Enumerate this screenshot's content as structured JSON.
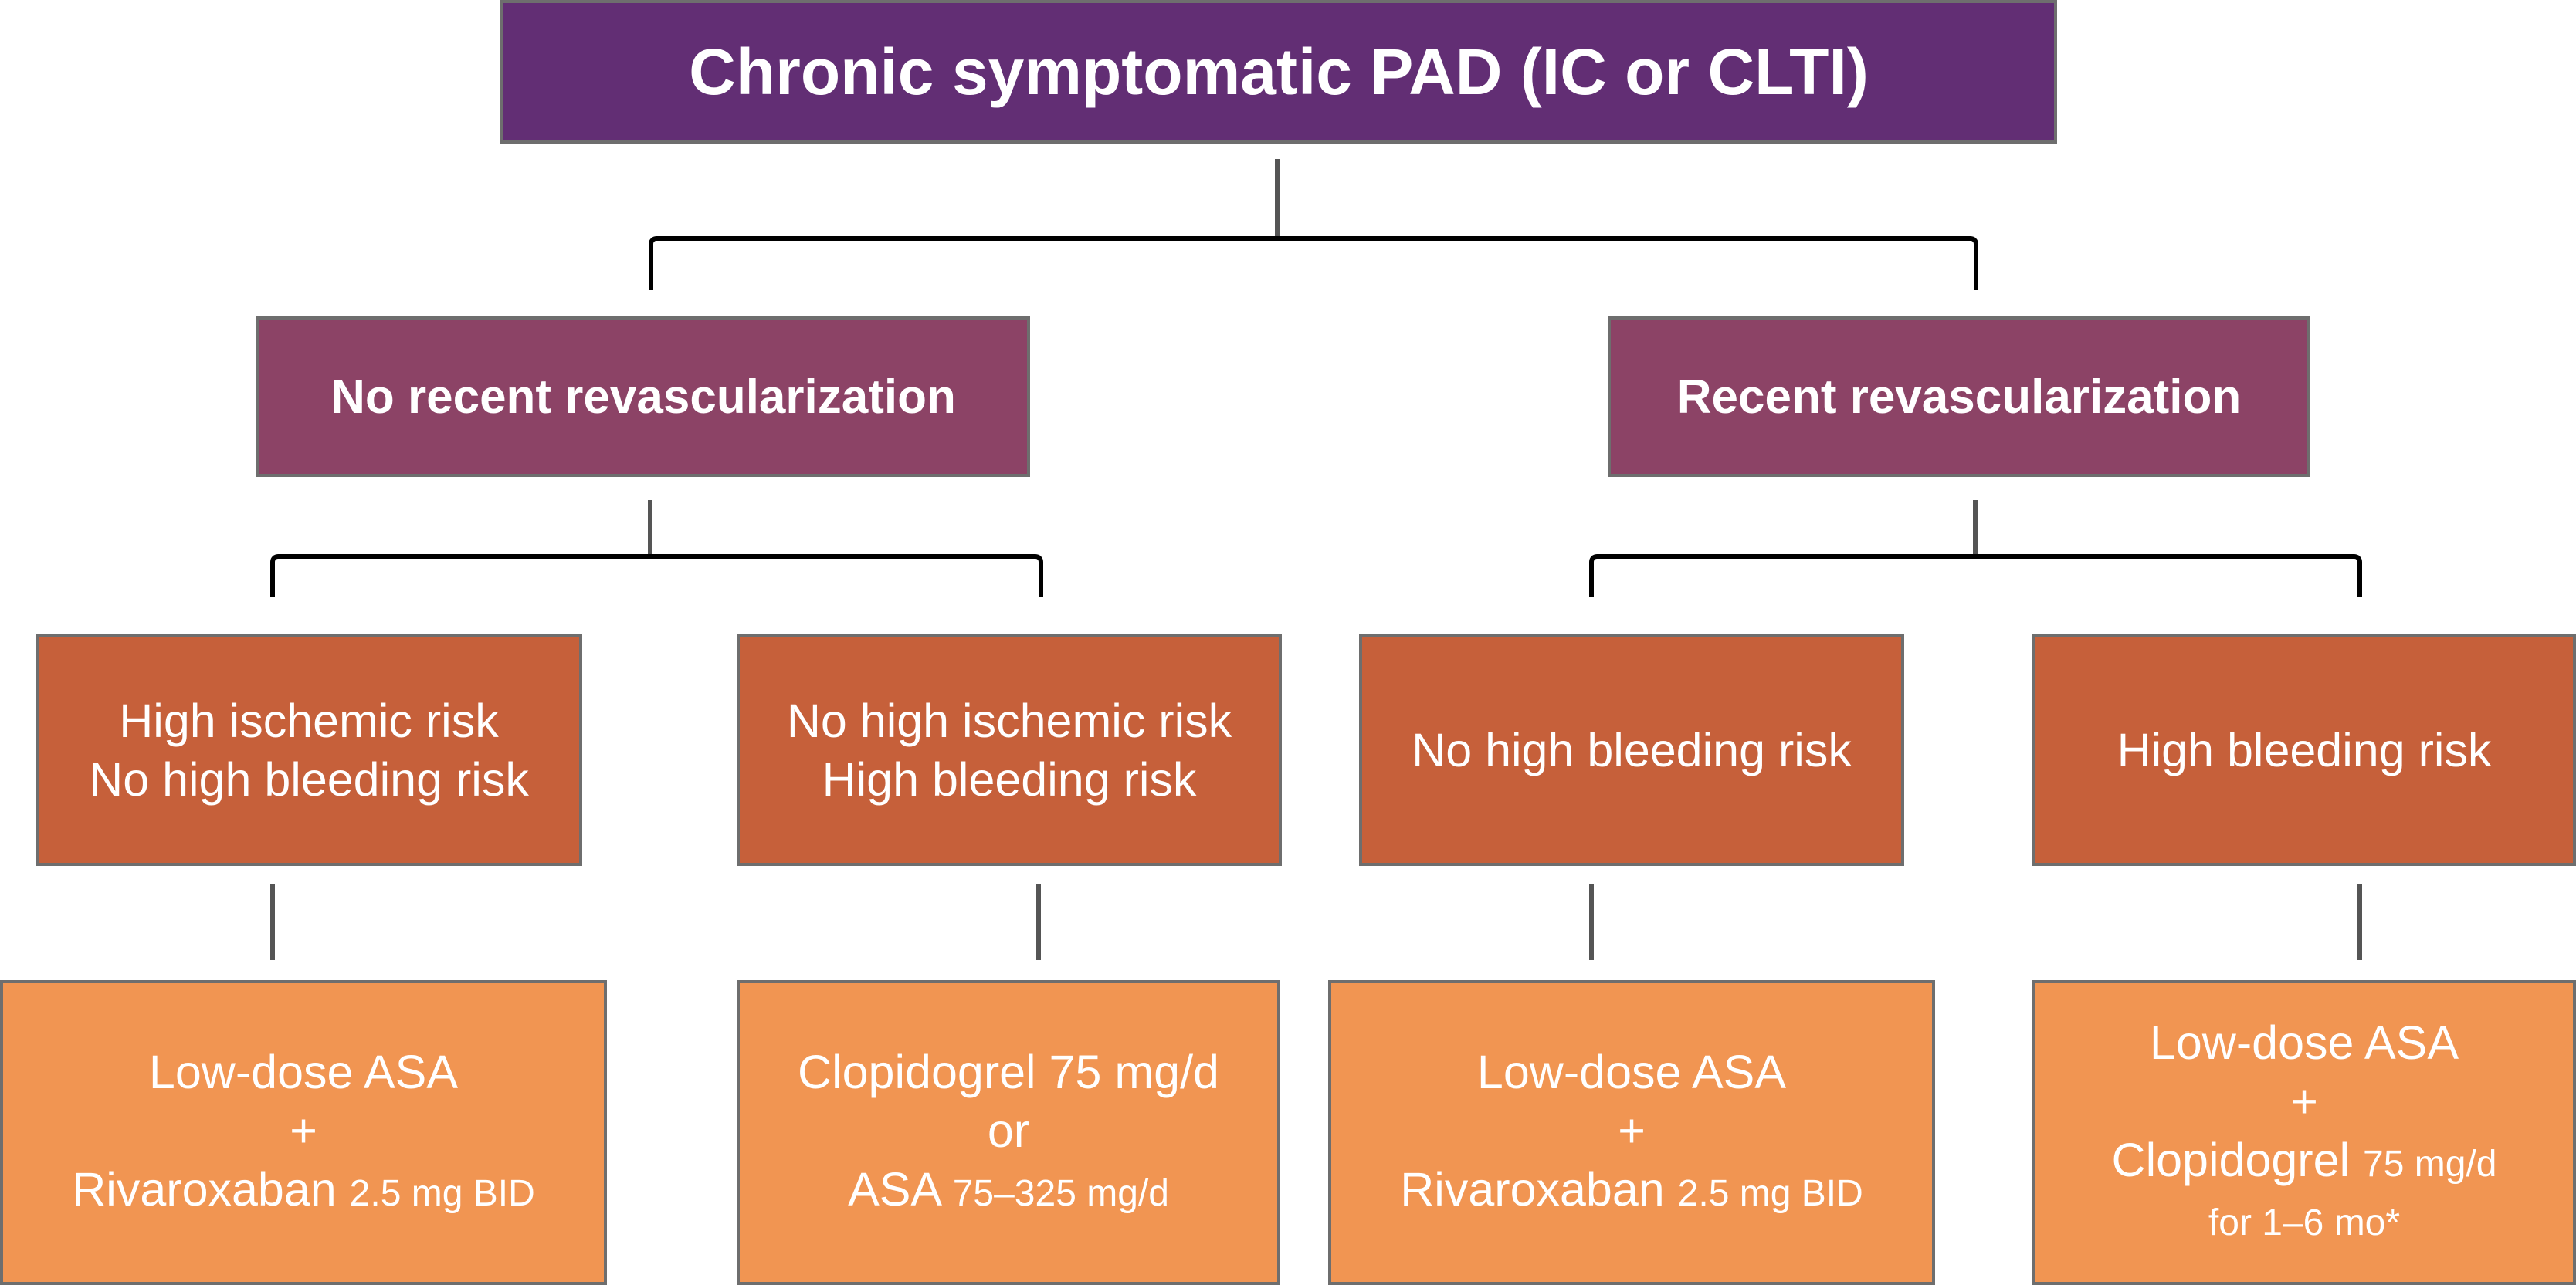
{
  "root": {
    "label": "Chronic symptomatic PAD (IC or CLTI)"
  },
  "branches": [
    {
      "label": "No recent revascularization"
    },
    {
      "label": "Recent revascularization"
    }
  ],
  "risks": [
    {
      "line1": "High ischemic risk",
      "line2": "No high bleeding risk"
    },
    {
      "line1": "No high ischemic risk",
      "line2": "High bleeding risk"
    },
    {
      "line1": "No high bleeding risk"
    },
    {
      "line1": "High bleeding risk"
    }
  ],
  "treatments": [
    {
      "l1": "Low-dose ASA",
      "l2": "+",
      "l3": "Rivaroxaban",
      "l3_small": "2.5 mg BID"
    },
    {
      "l1": "Clopidogrel 75 mg/d",
      "l2": "or",
      "l3": "ASA",
      "l3_small": "75–325 mg/d"
    },
    {
      "l1": "Low-dose ASA",
      "l2": "+",
      "l3": "Rivaroxaban",
      "l3_small": "2.5 mg BID"
    },
    {
      "l1": "Low-dose ASA",
      "l2": "+",
      "l3": "Clopidogrel",
      "l3_small": "75 mg/d",
      "l4": "for 1–6 mo*"
    }
  ]
}
